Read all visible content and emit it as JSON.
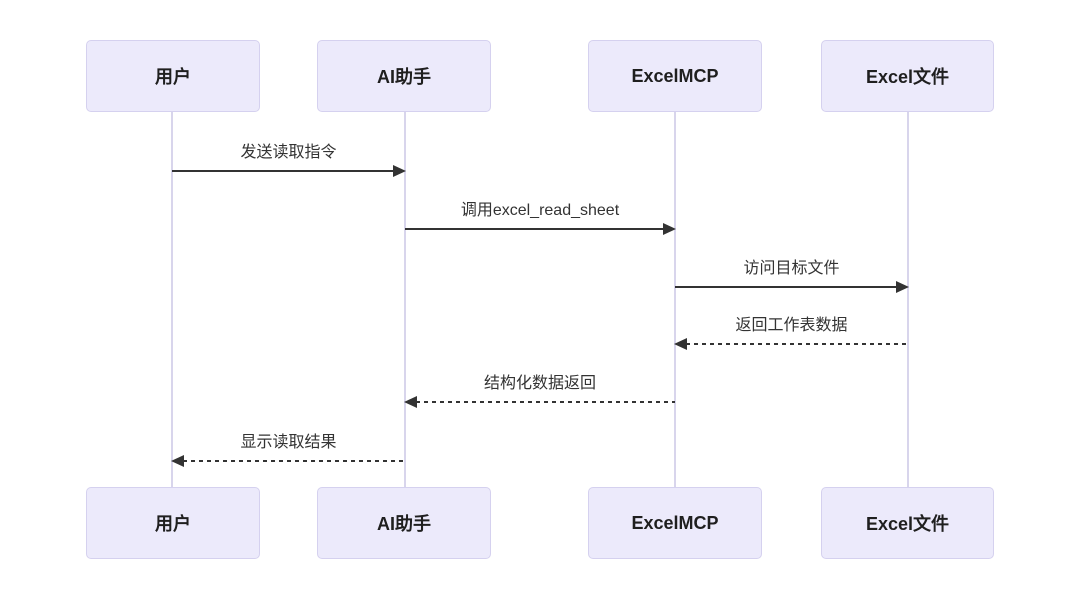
{
  "diagram": {
    "type": "sequence",
    "background": "#ffffff",
    "colors": {
      "actor_fill": "#ECEAFB",
      "actor_border": "#D5D1EF",
      "lifeline": "#D8D5EC",
      "arrow": "#333333",
      "text": "#333333"
    },
    "actors": [
      {
        "id": "user",
        "label": "用户"
      },
      {
        "id": "ai",
        "label": "AI助手"
      },
      {
        "id": "excelmcp",
        "label": "ExcelMCP"
      },
      {
        "id": "excelfile",
        "label": "Excel文件"
      }
    ],
    "messages": [
      {
        "from": "用户",
        "to": "AI助手",
        "text": "发送读取指令",
        "line": "solid",
        "direction": "right"
      },
      {
        "from": "AI助手",
        "to": "ExcelMCP",
        "text": "调用excel_read_sheet",
        "line": "solid",
        "direction": "right"
      },
      {
        "from": "ExcelMCP",
        "to": "Excel文件",
        "text": "访问目标文件",
        "line": "solid",
        "direction": "right"
      },
      {
        "from": "Excel文件",
        "to": "ExcelMCP",
        "text": "返回工作表数据",
        "line": "dashed",
        "direction": "left"
      },
      {
        "from": "ExcelMCP",
        "to": "AI助手",
        "text": "结构化数据返回",
        "line": "dashed",
        "direction": "left"
      },
      {
        "from": "AI助手",
        "to": "用户",
        "text": "显示读取结果",
        "line": "dashed",
        "direction": "left"
      }
    ]
  }
}
